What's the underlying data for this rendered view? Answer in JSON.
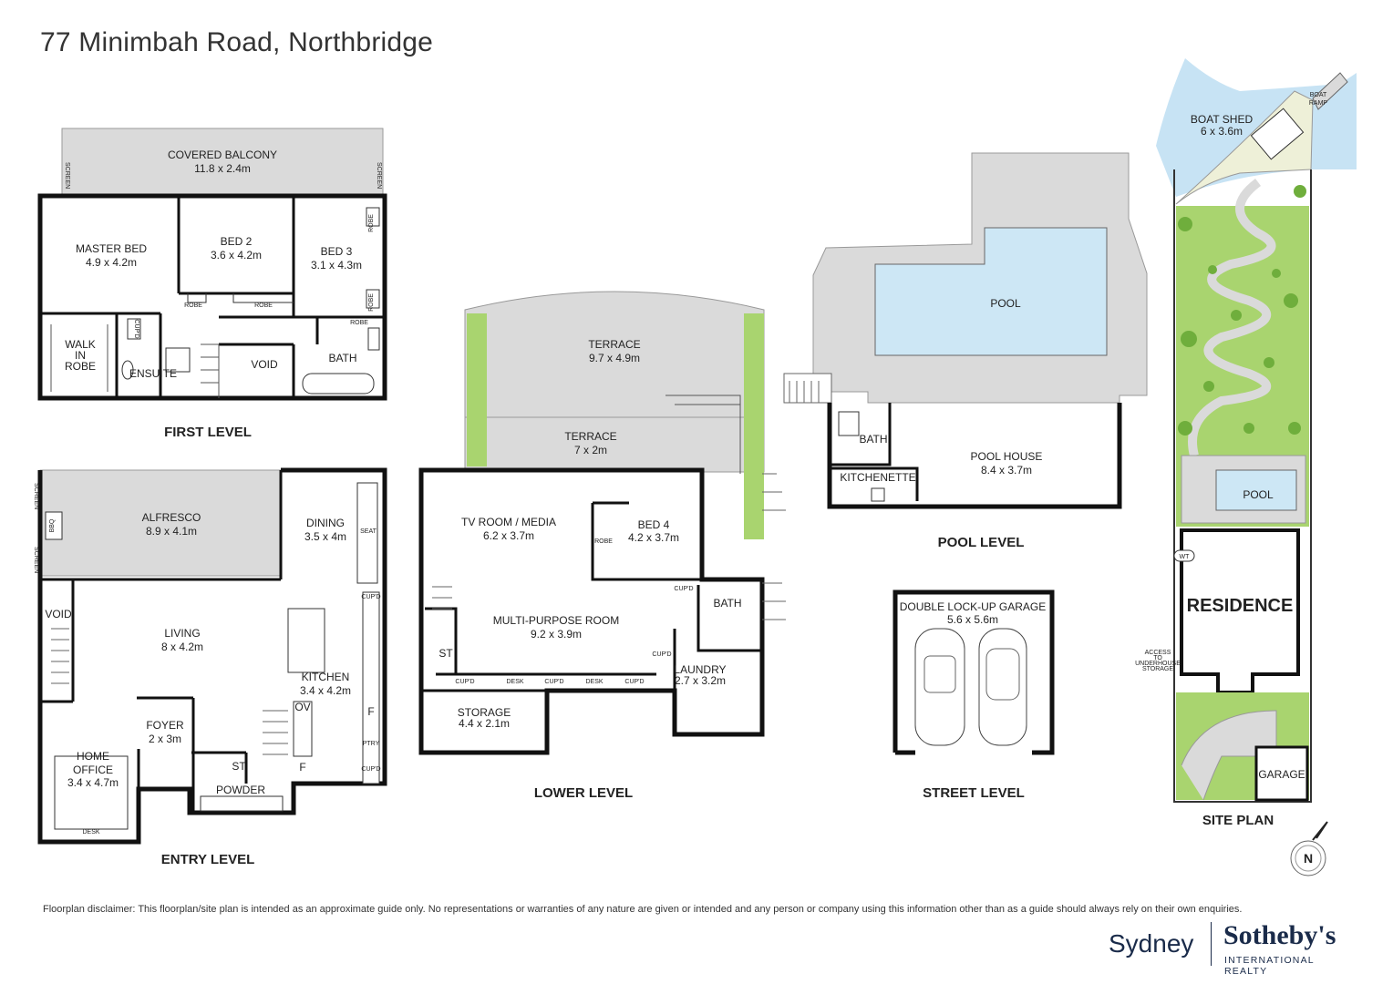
{
  "title": "77 Minimbah Road, Northbridge",
  "levels": {
    "first": "FIRST LEVEL",
    "entry": "ENTRY LEVEL",
    "lower": "LOWER LEVEL",
    "pool": "POOL LEVEL",
    "street": "STREET LEVEL",
    "site": "SITE PLAN"
  },
  "rooms": {
    "covered_balcony": {
      "name": "COVERED BALCONY",
      "size": "11.8 x 2.4m"
    },
    "master_bed": {
      "name": "MASTER BED",
      "size": "4.9 x 4.2m"
    },
    "bed2": {
      "name": "BED 2",
      "size": "3.6 x 4.2m"
    },
    "bed3": {
      "name": "BED 3",
      "size": "3.1 x 4.3m"
    },
    "walk_in_robe": [
      "WALK",
      "IN",
      "ROBE"
    ],
    "ensuite": "ENSUITE",
    "void_first": "VOID",
    "bath_first": "BATH",
    "alfresco": {
      "name": "ALFRESCO",
      "size": "8.9 x 4.1m"
    },
    "dining": {
      "name": "DINING",
      "size": "3.5 x 4m"
    },
    "living": {
      "name": "LIVING",
      "size": "8 x 4.2m"
    },
    "kitchen": {
      "name": "KITCHEN",
      "size": "3.4 x 4.2m"
    },
    "foyer": {
      "name": "FOYER",
      "size": "2 x 3m"
    },
    "home_office": {
      "name": [
        "HOME",
        "OFFICE"
      ],
      "size": "3.4 x 4.7m"
    },
    "void_entry": "VOID",
    "powder": "POWDER",
    "st_entry": "ST",
    "bbq": "BBQ",
    "terrace1": {
      "name": "TERRACE",
      "size": "9.7 x 4.9m"
    },
    "terrace2": {
      "name": "TERRACE",
      "size": "7 x 2m"
    },
    "tv_room": {
      "name": "TV ROOM / MEDIA",
      "size": "6.2 x 3.7m"
    },
    "bed4": {
      "name": "BED 4",
      "size": "4.2 x 3.7m"
    },
    "multi": {
      "name": "MULTI-PURPOSE ROOM",
      "size": "9.2 x 3.9m"
    },
    "bath_lower": "BATH",
    "laundry": {
      "name": "LAUNDRY",
      "size": "2.7 x 3.2m"
    },
    "storage": {
      "name": "STORAGE",
      "size": "4.4 x 2.1m"
    },
    "st_lower": "ST",
    "pool": "POOL",
    "pool_house": {
      "name": "POOL HOUSE",
      "size": "8.4 x 3.7m"
    },
    "bath_pool": "BATH",
    "kitchenette": "KITCHENETTE",
    "garage_double": {
      "name": "DOUBLE LOCK-UP GARAGE",
      "size": "5.6 x 5.6m"
    },
    "boat_shed": {
      "name": "BOAT SHED",
      "size": "6 x 3.6m"
    },
    "boat_ramp": [
      "BOAT",
      "RAMP"
    ],
    "residence": "RESIDENCE",
    "pool_site": "POOL",
    "garage_site": "GARAGE",
    "wt": "WT",
    "access_storage": [
      "ACCESS",
      "TO",
      "UNDERHOUSE",
      "STORAGE"
    ]
  },
  "fixtures": {
    "robe": "ROBE",
    "cupd": "CUP'D",
    "desk": "DESK",
    "screen": "SCREEN",
    "seat": "SEAT",
    "ov": "OV",
    "f": "F",
    "ptry": "PTRY"
  },
  "compass": "N",
  "disclaimer": "Floorplan disclaimer: This floorplan/site plan is intended as an approximate guide only. No representations or warranties of any nature are given or intended and any person or company using this information other than as a guide should always rely on their own enquiries.",
  "logo": {
    "left": "Sydney",
    "brand": "Sotheby's",
    "sub": "INTERNATIONAL REALTY"
  },
  "colors": {
    "wall": "#111111",
    "outdoor": "#dadada",
    "pool": "#cde7f5",
    "lawn": "#a9d46f",
    "water": "#c7e3f4"
  }
}
